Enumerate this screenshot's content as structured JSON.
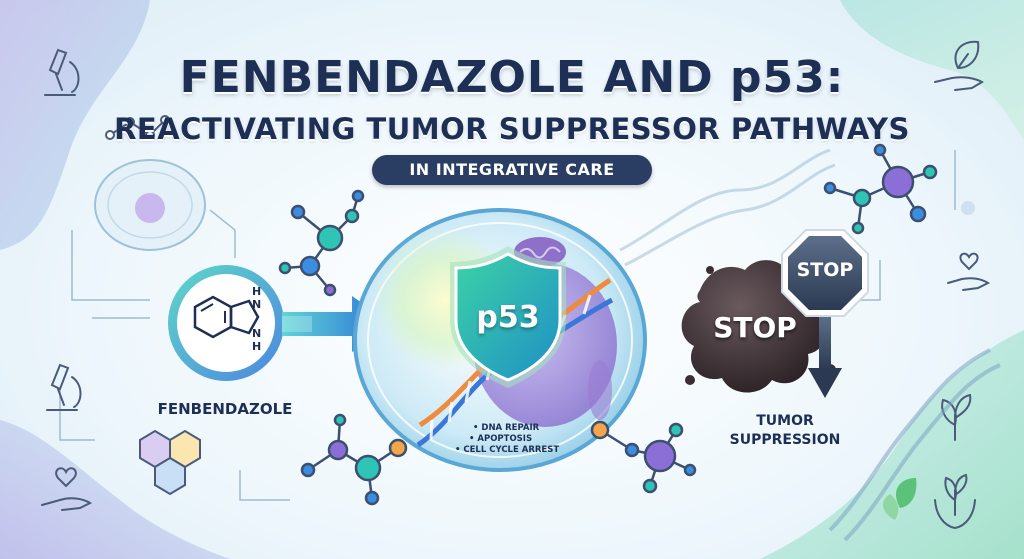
{
  "title": {
    "main": "FENBENDAZOLE AND p53:",
    "sub": "REACTIVATING TUMOR SUPPRESSOR PATHWAYS",
    "tag": "IN INTEGRATIVE CARE"
  },
  "drug": {
    "label": "FENBENDAZOLE",
    "atom_top": "H",
    "atom_top2": "N",
    "atom_bottom": "N",
    "atom_bottom2": "H"
  },
  "p53": {
    "shield_label": "p53",
    "functions": [
      "• DNA REPAIR",
      "• APOPTOSIS",
      "• CELL CYCLE ARREST"
    ]
  },
  "outcome": {
    "sign_text": "STOP",
    "blob_text": "STOP",
    "label_line1": "TUMOR",
    "label_line2": "SUPPRESSION"
  },
  "colors": {
    "navy": "#1d2f55",
    "teal": "#2ec4b6",
    "blue": "#3a8de0",
    "purple": "#8b6fd6",
    "green": "#42b96a",
    "orange": "#f3a54a"
  }
}
